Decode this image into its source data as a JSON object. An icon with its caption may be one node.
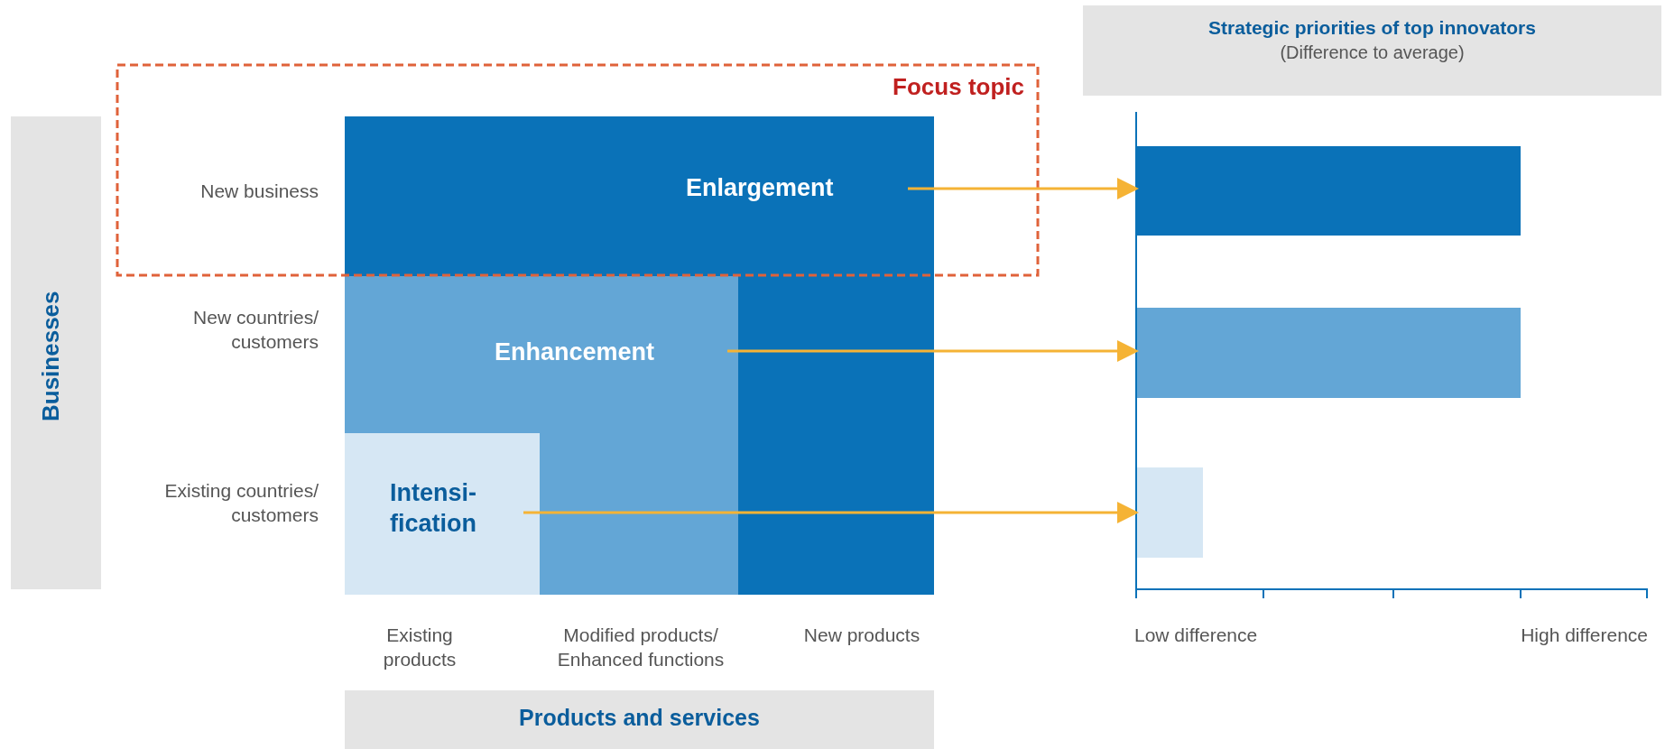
{
  "diagram": {
    "nodes": [
      {
        "text": [
          "Businesses"
        ]
      },
      {
        "text": [
          "Enlargement"
        ]
      },
      {
        "text": [
          "Enhancement"
        ],
        "in": 1
      },
      {
        "text": [
          "Intensi- fication"
        ],
        "in": 2
      },
      {
        "text": [
          "Products and services"
        ]
      },
      {
        "text": [
          "Strategic priorities of top innovators",
          "(Difference to average)"
        ]
      },
      {
        "text": [],
        "shape": "bar"
      },
      {
        "text": [],
        "shape": "bar"
      },
      {
        "text": [],
        "shape": "bar"
      }
    ],
    "edges": [
      {
        "from": 1,
        "to": 6,
        "arrow": "to"
      },
      {
        "from": 2,
        "to": 7,
        "arrow": "to"
      },
      {
        "from": 3,
        "to": 8,
        "arrow": "to"
      }
    ],
    "labels": [
      "Focus topic",
      "New business",
      "New countries/ customers",
      "Existing countries/ customers",
      "Existing products",
      "Modified products/ Enhanced functions",
      "New products",
      "Low difference",
      "High difference"
    ]
  }
}
